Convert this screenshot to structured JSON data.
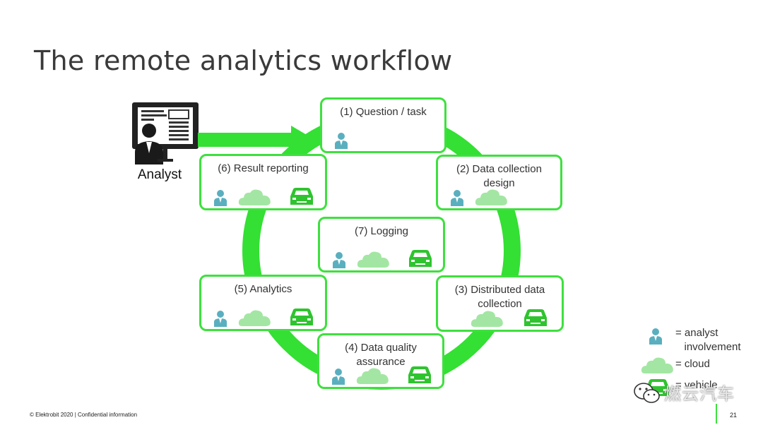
{
  "title": "The remote analytics workflow",
  "analyst": {
    "label": "Analyst",
    "icon": "analyst-computer-icon"
  },
  "steps": [
    {
      "label": "(1) Question / task",
      "involves": [
        "analyst"
      ]
    },
    {
      "label": "(2) Data collection\ndesign",
      "involves": [
        "analyst",
        "cloud"
      ]
    },
    {
      "label": "(3) Distributed data\ncollection",
      "involves": [
        "cloud",
        "vehicle"
      ]
    },
    {
      "label": "(4) Data quality\nassurance",
      "involves": [
        "analyst",
        "cloud",
        "vehicle"
      ]
    },
    {
      "label": "(5) Analytics",
      "involves": [
        "analyst",
        "cloud",
        "vehicle"
      ]
    },
    {
      "label": "(6) Result reporting",
      "involves": [
        "analyst",
        "cloud",
        "vehicle"
      ]
    },
    {
      "label": "(7) Logging",
      "involves": [
        "analyst",
        "cloud",
        "vehicle"
      ]
    }
  ],
  "legend": {
    "analyst": "= analyst\n   involvement",
    "cloud": "= cloud",
    "vehicle": "= vehicle"
  },
  "footer": {
    "copyright": "© Elektrobit 2020 | Confidential information",
    "page": "21"
  },
  "watermark": "燃云汽车",
  "colors": {
    "accent_green": "#3ee03e",
    "car_green": "#2fc42f",
    "cloud_green": "#a3e6a3",
    "person_teal": "#5aafbf"
  }
}
